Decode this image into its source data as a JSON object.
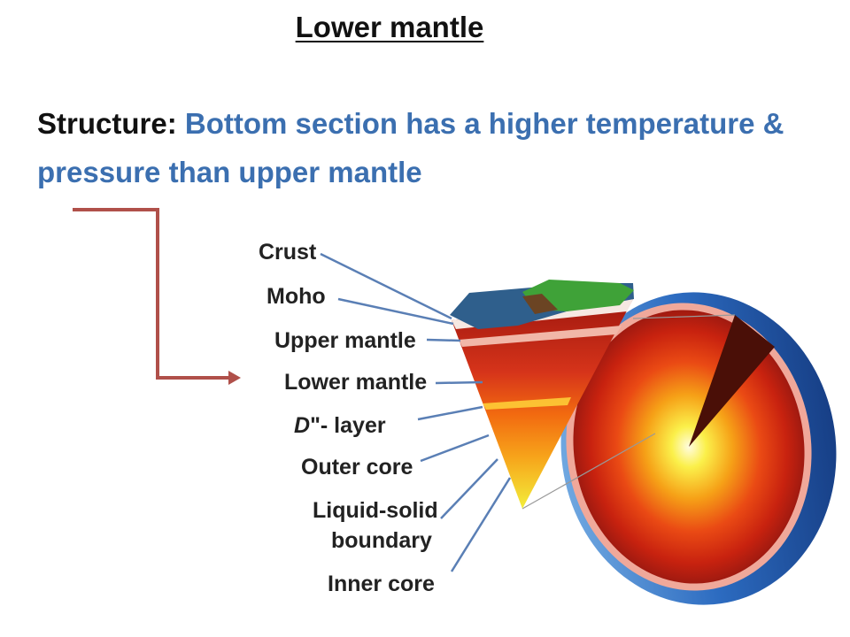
{
  "slide": {
    "title": "Lower mantle",
    "structure_label": "Structure:",
    "structure_text": "Bottom section has a higher temperature & pressure than upper mantle"
  },
  "diagram": {
    "labels": {
      "crust": "Crust",
      "moho": "Moho",
      "upper_mantle": "Upper mantle",
      "lower_mantle": "Lower mantle",
      "d_layer_letter": "D",
      "d_layer_rest": "\"- layer",
      "outer_core": "Outer core",
      "liquid_solid_line1": "Liquid-solid",
      "liquid_solid_line2": "boundary",
      "inner_core": "Inner core"
    },
    "colors": {
      "pointer_arrow": "#b0504a",
      "leader_lines": "#5a7fb5",
      "structure_text": "#3b6fb0"
    }
  }
}
